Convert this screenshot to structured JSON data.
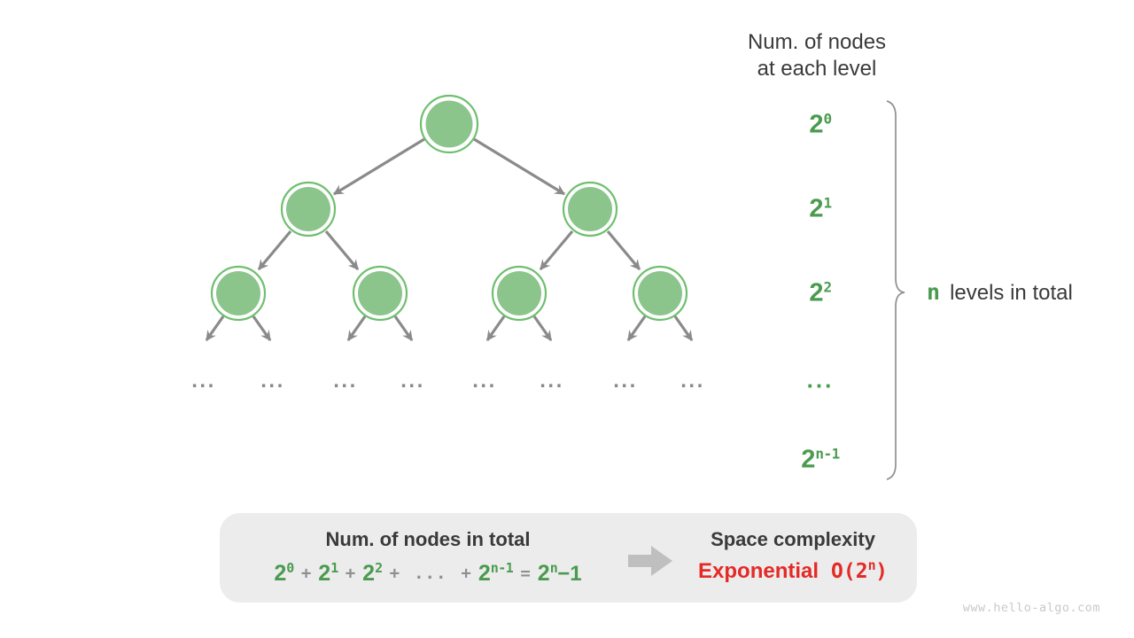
{
  "header": {
    "line1": "Num. of nodes",
    "line2": "at each level"
  },
  "levels": [
    {
      "base": "2",
      "exp": "0"
    },
    {
      "base": "2",
      "exp": "1"
    },
    {
      "base": "2",
      "exp": "2"
    },
    {
      "dots": "..."
    },
    {
      "base": "2",
      "exp": "n-1"
    }
  ],
  "brace_note": {
    "n": "n",
    "text": "levels in total"
  },
  "tree": {
    "ellipsis": "..."
  },
  "summary": {
    "left_title": "Num. of nodes in total",
    "formula_tokens": [
      {
        "t": "pow",
        "base": "2",
        "exp": "0"
      },
      {
        "t": "op",
        "v": "+"
      },
      {
        "t": "pow",
        "base": "2",
        "exp": "1"
      },
      {
        "t": "op",
        "v": "+"
      },
      {
        "t": "pow",
        "base": "2",
        "exp": "2"
      },
      {
        "t": "op",
        "v": "+"
      },
      {
        "t": "dots",
        "v": "..."
      },
      {
        "t": "op",
        "v": "+"
      },
      {
        "t": "pow",
        "base": "2",
        "exp": "n-1"
      },
      {
        "t": "op",
        "v": "="
      },
      {
        "t": "pow",
        "base": "2",
        "exp": "n",
        "tail": "−1"
      }
    ],
    "right_title": "Space complexity",
    "complexity": {
      "word": "Exponential",
      "o_prefix": "O(2",
      "exp": "n",
      "o_suffix": ")"
    }
  },
  "watermark": "www.hello-algo.com",
  "colors": {
    "green_text": "#4A9B4F",
    "node_fill": "#8CC58C",
    "node_ring": "#6FBF6F",
    "edge": "#8A8A8A",
    "brace": "#8F8F8F",
    "red": "#E42A26",
    "box_bg": "#ECECEC",
    "dark": "#3A3A3A",
    "gray_op": "#8F8F8F",
    "arrow_big": "#BFBFBF",
    "watermark": "#C9C9C9"
  }
}
